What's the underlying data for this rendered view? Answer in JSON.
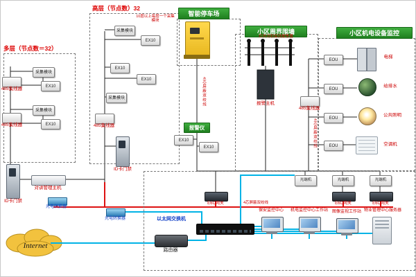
{
  "diagram": {
    "internet_label": "Internet",
    "groups": {
      "duoceng_title": "多层（节点数＝32）",
      "gaoceng_title": "高层（节点数）32",
      "parking_title": "智能停车场",
      "perimeter_title": "小区周界围墙",
      "mech_title": "小区机电设备监控"
    },
    "labels": {
      "hub485": "485集线器",
      "collector": "采集模块",
      "ex10": "EX10",
      "eou": "EOU",
      "alarm_unit": "报警仪",
      "highrise_note": "10层以上每层一个采集模块",
      "ir_note": "红外对射探测报警器",
      "alarm_host": "报警主机",
      "id_door": "ID卡门禁",
      "mgmt_host": "对讲管理主机",
      "fiber_converter": "光电转换器",
      "router": "路由器",
      "eth_switch": "以太网交换机",
      "optical_terminal": "光端机",
      "e6c_gateway": "E6C网关",
      "cable4": "4芯屏蔽双绞线",
      "elevator": "电梯",
      "water": "给排水",
      "lighting": "公共照明",
      "ac": "空调机"
    },
    "workstations": [
      "保安监控中心",
      "机电监控中心工作站",
      "图像监视工作站",
      "物业管理中心服务器"
    ],
    "colors": {
      "bus_red": "#dd1111",
      "fiber_cyan": "#00b3e6",
      "line_black": "#222222",
      "group_green": "#2e9b2e",
      "label_red": "#cc0000",
      "label_blue": "#1240c8"
    }
  }
}
